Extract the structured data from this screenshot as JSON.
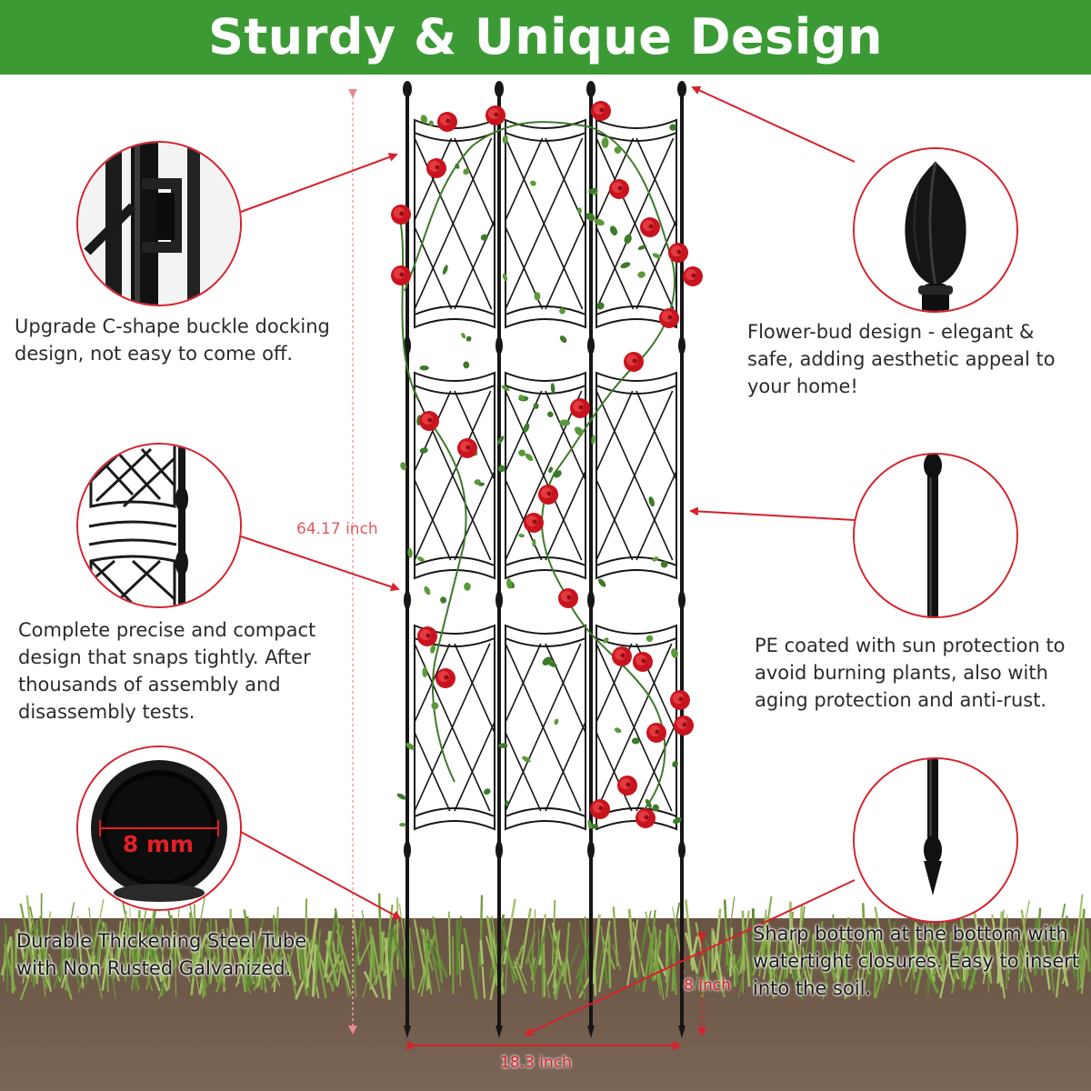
{
  "banner": {
    "title": "Sturdy & Unique Design",
    "background": "#3c9a35"
  },
  "features": {
    "buckle": {
      "text": "Upgrade C-shape buckle docking design, not easy to come off.",
      "icon": "c-shape-buckle-detail"
    },
    "compact": {
      "text": "Complete precise and compact design that snaps tightly. After thousands of assembly and disassembly tests.",
      "icon": "panel-joint-detail"
    },
    "tube": {
      "text": "Durable Thickening Steel Tube with Non Rusted Galvanized.",
      "icon": "tube-cross-section",
      "diameter_label": "8 mm"
    },
    "bud": {
      "text": "Flower-bud design - elegant & safe, adding aesthetic appeal to your home!",
      "icon": "flower-bud-finial"
    },
    "coating": {
      "text": "PE coated with sun protection to avoid burning plants, also with aging protection and anti-rust.",
      "icon": "coated-stake"
    },
    "sharp": {
      "text": "Sharp bottom at the bottom with watertight closures. Easy to insert into the soil.",
      "icon": "sharp-stake-tip"
    }
  },
  "dimensions": {
    "height": "64.17 inch",
    "width": "18.3 inch",
    "stake": "8 inch"
  },
  "colors": {
    "accent_red": "#d8202b",
    "dimension_red": "#e0595e",
    "trellis_black": "#161616",
    "rose_red": "#c8141e",
    "leaf_green": "#3d7a2a"
  }
}
